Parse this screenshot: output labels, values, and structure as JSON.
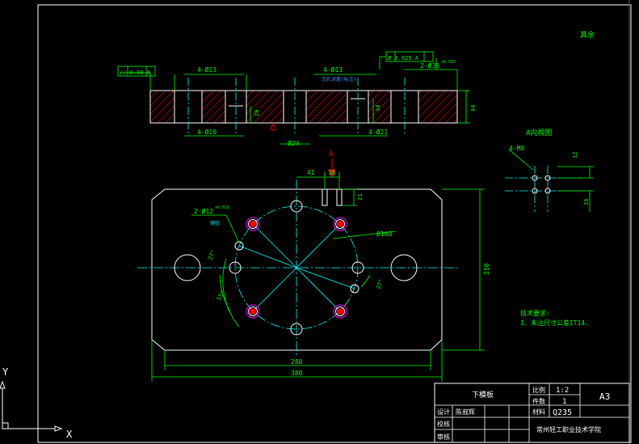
{
  "drawing": {
    "top_right_note": "其余",
    "colors": {
      "background": "#000000",
      "outline": "#ffffff",
      "dimension": "#00ff00",
      "centerline": "#00ffff",
      "hatch": "#ff0000",
      "hole_circle": "#ff00ff",
      "note": "#00ff00",
      "yellow": "#ffff00"
    },
    "section_view": {
      "label_4_phi13_left": "4-Ø13",
      "label_4_phi13_right": "4-Ø13",
      "label_blue_note": "沉孔深度(标注)",
      "label_tol_left": "// 0.08 A",
      "label_tol_right": "Ø 0.025 A",
      "label_2_phi35": "2-Ø35",
      "label_2_phi35_tol": "+0.025",
      "label_4_phi20": "4-Ø20",
      "label_4_phi21": "4-Ø21",
      "label_phi24": "Ø24",
      "label_20": "20",
      "label_34": "34",
      "label_44": "44"
    },
    "plan_view": {
      "label_A": "A",
      "label_41": "41",
      "label_16": "16",
      "label_21": "21",
      "label_2_phi12": "2-Ø12",
      "label_2_phi12_tol": "+0.018",
      "label_pin": "销钉",
      "label_phi160": "Ø160",
      "label_27_left": "27°",
      "label_27_right": "27°",
      "label_55": "55°",
      "label_210": "210",
      "label_280": "280",
      "label_380": "380"
    },
    "detail_view": {
      "title": "A向视图",
      "label_4_m8": "4-M8",
      "label_12": "12",
      "label_16": "16"
    },
    "notes": {
      "heading": "技术要求:",
      "line1": "1、未注尺寸公差IT14."
    },
    "title_block": {
      "part_name": "下模板",
      "scale_label": "比例",
      "scale_value": "1:2",
      "quantity_label": "件数",
      "quantity_value": "1",
      "sheet_size": "A3",
      "material_label": "材料",
      "material_value": "Q235",
      "designer_label": "设计",
      "designer_name": "陈叔辉",
      "checker_label": "校核",
      "reviewer_label": "审核",
      "school": "常州轻工职业技术学院"
    },
    "ucs": {
      "x_label": "X",
      "y_label": "Y"
    }
  }
}
